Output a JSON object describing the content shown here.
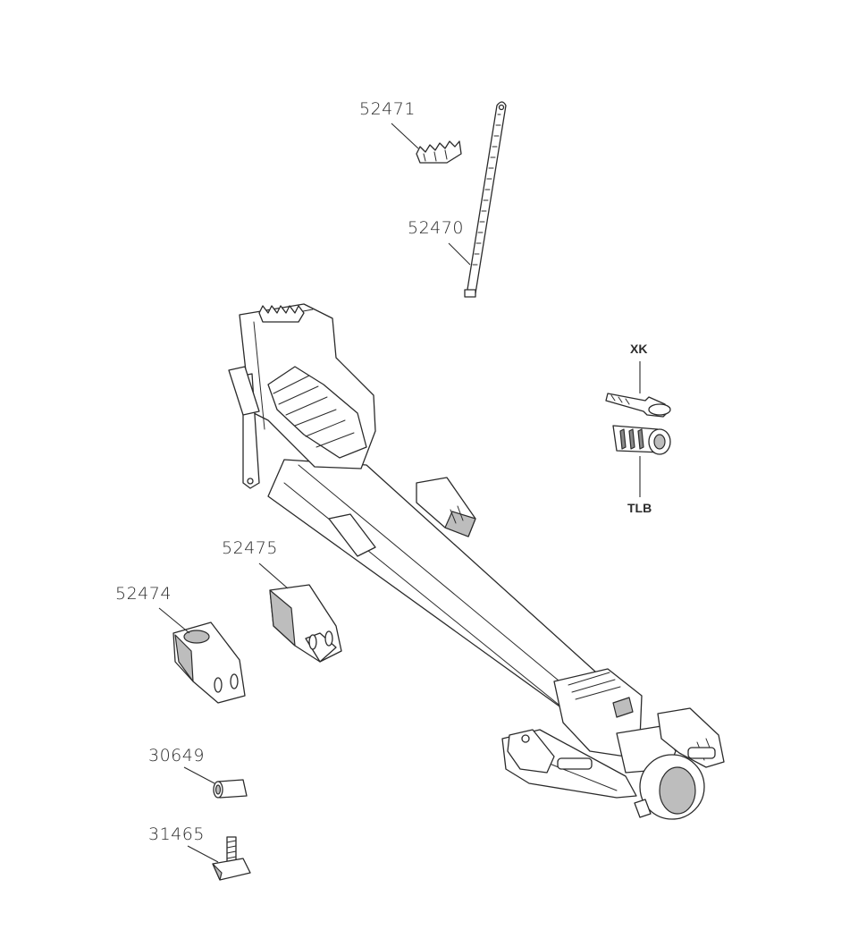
{
  "parts": [
    {
      "id": "part-52471",
      "label": "52471"
    },
    {
      "id": "part-52470",
      "label": "52470"
    },
    {
      "id": "part-xk",
      "label": "XK"
    },
    {
      "id": "part-tlb",
      "label": "TLB"
    },
    {
      "id": "part-52475",
      "label": "52475"
    },
    {
      "id": "part-52474",
      "label": "52474"
    },
    {
      "id": "part-30649",
      "label": "30649"
    },
    {
      "id": "part-31465",
      "label": "31465"
    }
  ],
  "colors": {
    "line": "#2b2b2b",
    "shade": "#bdbdbd",
    "dark_shade": "#8a8a8a",
    "background": "#ffffff"
  }
}
